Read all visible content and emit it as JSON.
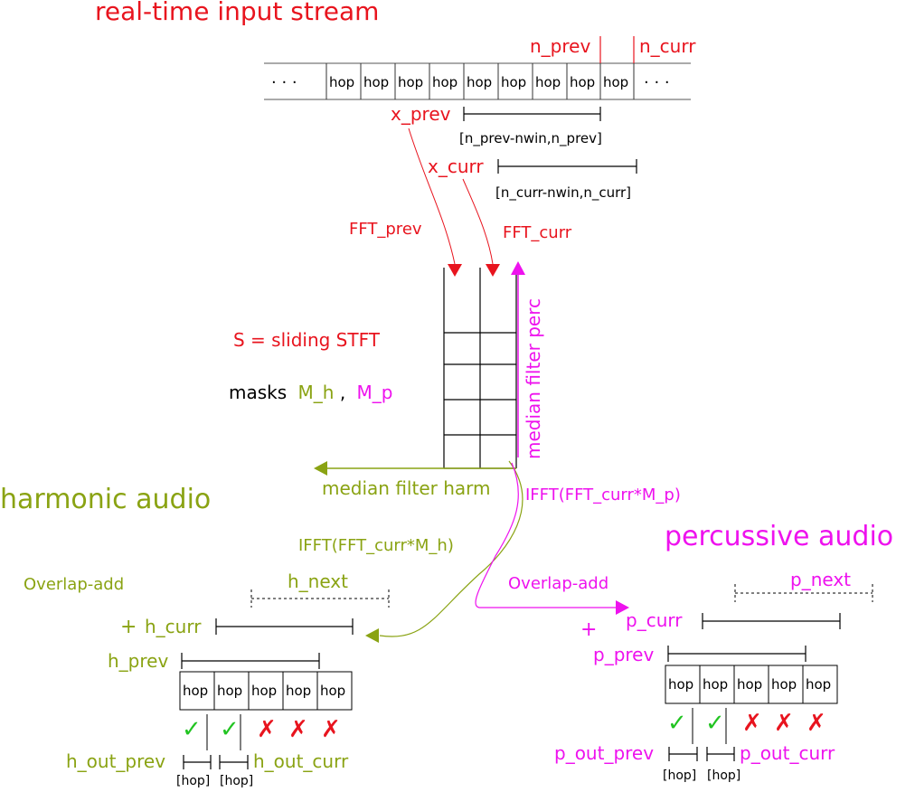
{
  "input": {
    "title": "real-time input stream",
    "ellipsis": "· · ·",
    "hop": "hop",
    "n_prev": "n_prev",
    "n_curr": "n_curr",
    "x_prev": "x_prev",
    "x_curr": "x_curr",
    "range_prev": "[n_prev-nwin,n_prev]",
    "range_curr": "[n_curr-nwin,n_curr]",
    "fft_prev": "FFT_prev",
    "fft_curr": "FFT_curr"
  },
  "stft": {
    "label": "S = sliding STFT",
    "masks_prefix": "masks",
    "mask_h": "M_h",
    "comma": ",",
    "mask_p": "M_p",
    "median_perc": "median filter perc",
    "median_harm": "median filter harm"
  },
  "harmonic": {
    "title": "harmonic audio",
    "ifft": "IFFT(FFT_curr*M_h)",
    "overlap": "Overlap-add",
    "next": "h_next",
    "plus": "+",
    "curr": "h_curr",
    "prev": "h_prev",
    "hop": "hop",
    "check": "✓",
    "cross": "✗",
    "out_prev": "h_out_prev",
    "out_curr": "h_out_curr",
    "hop_bracket": "[hop]"
  },
  "percussive": {
    "title": "percussive audio",
    "ifft": "IFFT(FFT_curr*M_p)",
    "overlap": "Overlap-add",
    "next": "p_next",
    "plus": "+",
    "curr": "p_curr",
    "prev": "p_prev",
    "hop": "hop",
    "check": "✓",
    "cross": "✗",
    "out_prev": "p_out_prev",
    "out_curr": "p_out_curr",
    "hop_bracket": "[hop]"
  },
  "colors": {
    "red": "#e8141e",
    "olive": "#8aa313",
    "magenta": "#ee12ee",
    "check_green": "#22c422",
    "black": "#000000"
  }
}
